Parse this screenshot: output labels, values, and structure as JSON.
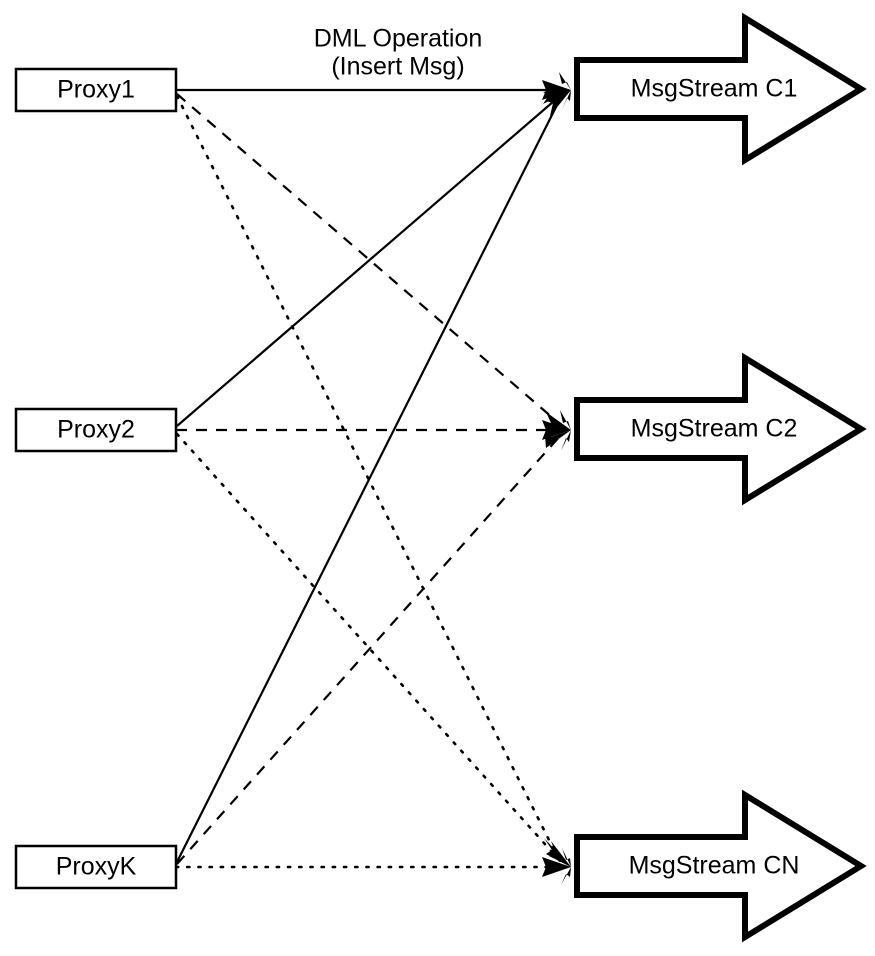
{
  "diagram": {
    "title": "Proxy to MsgStream fan-out diagram",
    "background_color": "#ffffff",
    "stroke_color": "#000000",
    "caption": {
      "line1": "DML Operation",
      "line2": "(Insert Msg)"
    },
    "sources": [
      {
        "id": "proxy1",
        "label": "Proxy1"
      },
      {
        "id": "proxy2",
        "label": "Proxy2"
      },
      {
        "id": "proxyk",
        "label": "ProxyK"
      }
    ],
    "targets": [
      {
        "id": "msgstream-c1",
        "label": "MsgStream C1",
        "line_style": "solid"
      },
      {
        "id": "msgstream-c2",
        "label": "MsgStream C2",
        "line_style": "dashed"
      },
      {
        "id": "msgstream-cn",
        "label": "MsgStream CN",
        "line_style": "dotted"
      }
    ],
    "edges": [
      {
        "from": "proxy1",
        "to": "msgstream-c1",
        "style": "solid"
      },
      {
        "from": "proxy1",
        "to": "msgstream-c2",
        "style": "dashed"
      },
      {
        "from": "proxy1",
        "to": "msgstream-cn",
        "style": "dotted"
      },
      {
        "from": "proxy2",
        "to": "msgstream-c1",
        "style": "solid"
      },
      {
        "from": "proxy2",
        "to": "msgstream-c2",
        "style": "dashed"
      },
      {
        "from": "proxy2",
        "to": "msgstream-cn",
        "style": "dotted"
      },
      {
        "from": "proxyk",
        "to": "msgstream-c1",
        "style": "solid"
      },
      {
        "from": "proxyk",
        "to": "msgstream-c2",
        "style": "dashed"
      },
      {
        "from": "proxyk",
        "to": "msgstream-cn",
        "style": "dotted"
      }
    ]
  }
}
